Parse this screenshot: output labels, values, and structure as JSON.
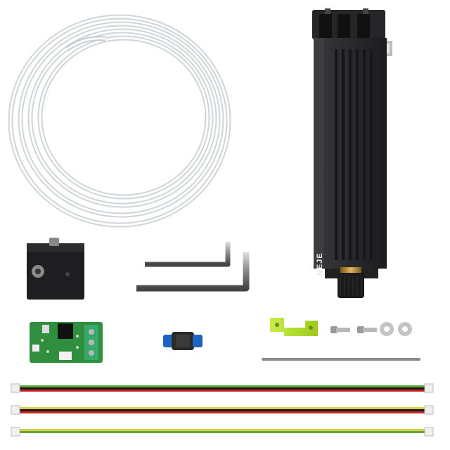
{
  "product": {
    "laser_module_brand": "NEJE"
  },
  "colors": {
    "background": "#ffffff",
    "module_body": "#2f2f31",
    "module_fin": "#1c1c1e",
    "brass": "#b8903c",
    "pcb_green": "#2f8f3f",
    "terminal_green": "#39a86b",
    "connector_blue": "#1c64c4",
    "bracket_lime": "#b6e330",
    "wire_red": "#c8242a",
    "wire_black": "#1a1a1a",
    "wire_yellow": "#d8d04a",
    "wire_green": "#5faa3a",
    "steel": "#9a9a9a",
    "tube": "#d8dde0"
  },
  "items": [
    "air-tube-coil",
    "laser-module",
    "mount-block",
    "hex-keys",
    "driver-board",
    "push-fit-connector",
    "bracket",
    "screws-and-washers",
    "steel-rod",
    "cables"
  ]
}
